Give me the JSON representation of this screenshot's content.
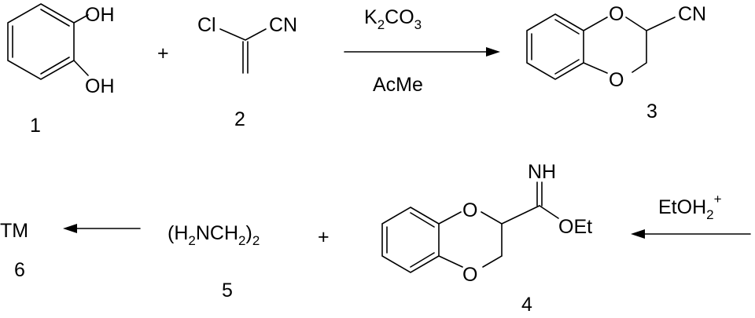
{
  "compounds": {
    "c1": {
      "number": "1",
      "oh_top": "OH",
      "oh_bottom": "OH"
    },
    "c2": {
      "number": "2",
      "cl": "Cl",
      "cn": "CN"
    },
    "c3": {
      "number": "3",
      "o_top": "O",
      "o_bottom": "O",
      "cn": "CN"
    },
    "c4": {
      "number": "4",
      "o_top": "O",
      "o_bottom": "O",
      "nh": "NH",
      "oet": "OEt"
    },
    "c5": {
      "number": "5",
      "formula": {
        "open": "(H",
        "s1": "2",
        "mid1": "NCH",
        "s2": "2",
        "close": ")",
        "s3": "2"
      }
    },
    "c6": {
      "number": "6",
      "label": "TM"
    }
  },
  "operators": {
    "plus1": "+",
    "plus2": "+"
  },
  "conditions": {
    "step1": {
      "reagent": {
        "k": "K",
        "s1": "2",
        "co": "CO",
        "s2": "3"
      },
      "solvent": "AcMe"
    },
    "step2": {
      "reagent": {
        "base": "EtOH",
        "sub": "2",
        "sup": "+"
      }
    }
  }
}
